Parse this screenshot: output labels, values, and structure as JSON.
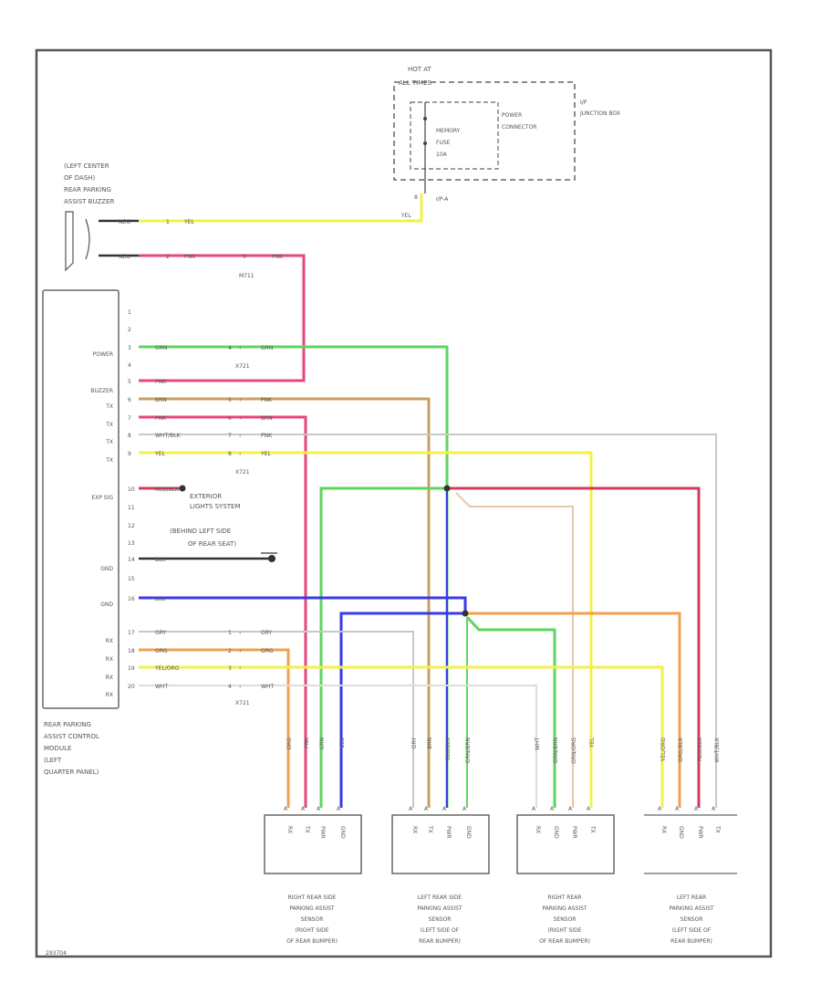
{
  "colors": {
    "yellow": "#f2f04a",
    "pink": "#e8457a",
    "green": "#5ed65e",
    "tan": "#c9a060",
    "gray": "#c8c8c8",
    "red": "#d43a5c",
    "blue": "#3a3ae8",
    "orange": "#f0a050",
    "frame": "#555555",
    "ink": "#555555"
  },
  "fuse": {
    "hot_at_line1": "HOT AT",
    "hot_at_line2": "ALL TIMES",
    "fuse_line1": "MEMORY",
    "fuse_line2": "FUSE",
    "fuse_line3": "10A",
    "power_connector_line1": "POWER",
    "power_connector_line2": "CONNECTOR",
    "junction_line1": "I/P",
    "junction_line2": "JUNCTION BOX",
    "connector_label": "I/P-A",
    "pin": "8",
    "wire": "YEL"
  },
  "buzzer": {
    "label_line1": "(LEFT CENTER",
    "label_line2": "OF DASH)",
    "label_line3": "REAR PARKING",
    "label_line4": "ASSIST BUZZER",
    "pin1_tag": "NEG",
    "pin1_num": "1",
    "pin1_wire": "YEL",
    "pin2_tag": "NEG",
    "pin2_num": "2",
    "pin2_wire": "PNK",
    "splice_num": "9",
    "splice_wire": "PNK",
    "splice_label": "M711"
  },
  "module": {
    "label_line1": "REAR PARKING",
    "label_line2": "ASSIST CONTROL",
    "label_line3": "MODULE",
    "label_line4": "(LEFT",
    "label_line5": "QUARTER PANEL)",
    "side_labels": [
      "POWER",
      "BUZZER",
      "TX",
      "TX",
      "TX",
      "TX",
      "EXP SIG",
      "GND",
      "GND",
      "RX",
      "RX",
      "RX",
      "RX"
    ],
    "pins": [
      {
        "num": "1",
        "wire": ""
      },
      {
        "num": "2",
        "wire": ""
      },
      {
        "num": "3",
        "wire": "GRN"
      },
      {
        "num": "4",
        "wire": ""
      },
      {
        "num": "5",
        "wire": "PNK"
      },
      {
        "num": "6",
        "wire": "BRN"
      },
      {
        "num": "7",
        "wire": "PNK"
      },
      {
        "num": "8",
        "wire": "WHT/BLK"
      },
      {
        "num": "9",
        "wire": "YEL"
      },
      {
        "num": "10",
        "wire": "RED/BLK"
      },
      {
        "num": "11",
        "wire": ""
      },
      {
        "num": "12",
        "wire": ""
      },
      {
        "num": "13",
        "wire": ""
      },
      {
        "num": "14",
        "wire": "BLK"
      },
      {
        "num": "15",
        "wire": ""
      },
      {
        "num": "16",
        "wire": "BLU"
      },
      {
        "num": "17",
        "wire": "GRY"
      },
      {
        "num": "18",
        "wire": "ORG"
      },
      {
        "num": "19",
        "wire": "YEL/ORG"
      },
      {
        "num": "20",
        "wire": "WHT"
      }
    ]
  },
  "connectors": {
    "c1": {
      "label": "X721",
      "pins": [
        "4",
        "5",
        "6",
        "7",
        "8"
      ],
      "wires": [
        "GRN",
        "PNK",
        "BRN",
        "PNK",
        "YEL"
      ]
    },
    "c2": {
      "label": "X721",
      "pins": [
        "1",
        "2",
        "3",
        "4"
      ],
      "wires": [
        "GRY",
        "ORG",
        "",
        "WHT"
      ]
    }
  },
  "exterior": {
    "line1": "EXTERIOR",
    "line2": "LIGHTS SYSTEM"
  },
  "ground": {
    "line1": "(BEHIND LEFT SIDE",
    "line2": "OF REAR SEAT)"
  },
  "sensors": [
    {
      "line1": "RIGHT REAR SIDE",
      "line2": "PARKING ASSIST",
      "line3": "SENSOR",
      "line4": "(RIGHT SIDE",
      "line5": "OF REAR BUMPER)",
      "pins": [
        "RX",
        "TX",
        "PWR",
        "GND"
      ],
      "wires": [
        "ORG",
        "PNK",
        "GRN",
        "BLU"
      ]
    },
    {
      "line1": "LEFT REAR SIDE",
      "line2": "PARKING ASSIST",
      "line3": "SENSOR",
      "line4": "(LEFT SIDE OF",
      "line5": "REAR BUMPER)",
      "pins": [
        "RX",
        "TX",
        "PWR",
        "GND"
      ],
      "wires": [
        "GRY",
        "BRN",
        "BLU/BLK",
        "GRN/BRN"
      ]
    },
    {
      "line1": "RIGHT REAR",
      "line2": "PARKING ASSIST",
      "line3": "SENSOR",
      "line4": "(RIGHT SIDE",
      "line5": "OF REAR BUMPER)",
      "pins": [
        "RX",
        "GND",
        "PWR",
        "TX"
      ],
      "wires": [
        "WHT",
        "GRN/BRN",
        "GRN/ORG",
        "YEL"
      ]
    },
    {
      "line1": "LEFT REAR",
      "line2": "PARKING ASSIST",
      "line3": "SENSOR",
      "line4": "(LEFT SIDE OF",
      "line5": "REAR BUMPER)",
      "pins": [
        "RX",
        "GND",
        "PWR",
        "TX"
      ],
      "wires": [
        "YEL/ORG",
        "ORG/BLK",
        "RED/BLK",
        "WHT/BLK"
      ]
    }
  ],
  "footer_code": "293704"
}
